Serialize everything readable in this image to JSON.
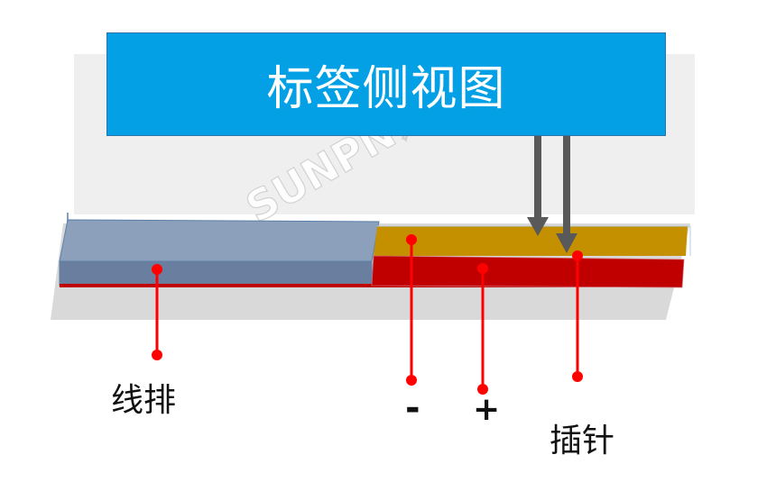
{
  "title": "标签侧视图",
  "watermark": "SUNPN讯鹏",
  "labels": {
    "wire_strip": "线排",
    "negative": "-",
    "positive": "+",
    "pin": "插针"
  },
  "colors": {
    "title_bg": "#03a0e6",
    "wire_strip": "#7a8fab",
    "gold_layer": "#c49000",
    "red_layer": "#c80000",
    "shadow": "#d9d9d9",
    "back_panel": "#efefef",
    "marker": "#ff0000",
    "arrow": "#595959"
  }
}
